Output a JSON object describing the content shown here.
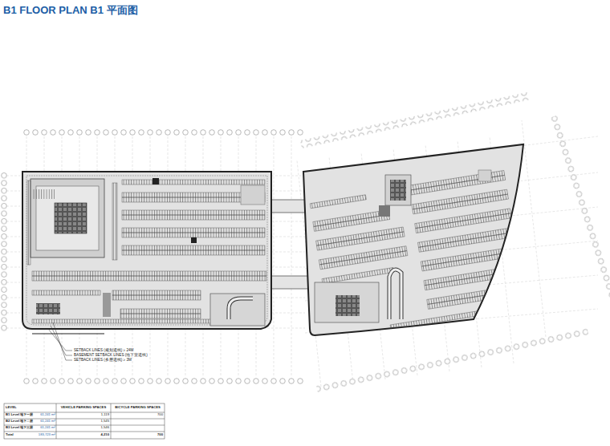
{
  "diagram": {
    "title": "B1 FLOOR PLAN B1 平面图",
    "labels": [
      "SETBACK LINES (规划退线) ≥ 24M",
      "BASEMENT SETBACK LINES (地下室退线)",
      "SETBACK LINES (多层退线) ≥ 3M",
      "LEVEL",
      "VEHICLE PARKING SPACES",
      "BICYCLE PARKING SPACES",
      "B1 Level 地下一层",
      "61,241 m²",
      "1,119",
      "700",
      "B2 Level 地下二层",
      "61,241 m²",
      "1,545",
      "B3 Level 地下三层",
      "61,241 m²",
      "1,546",
      "Total",
      "183,723 m²",
      "4,210",
      "700"
    ]
  }
}
